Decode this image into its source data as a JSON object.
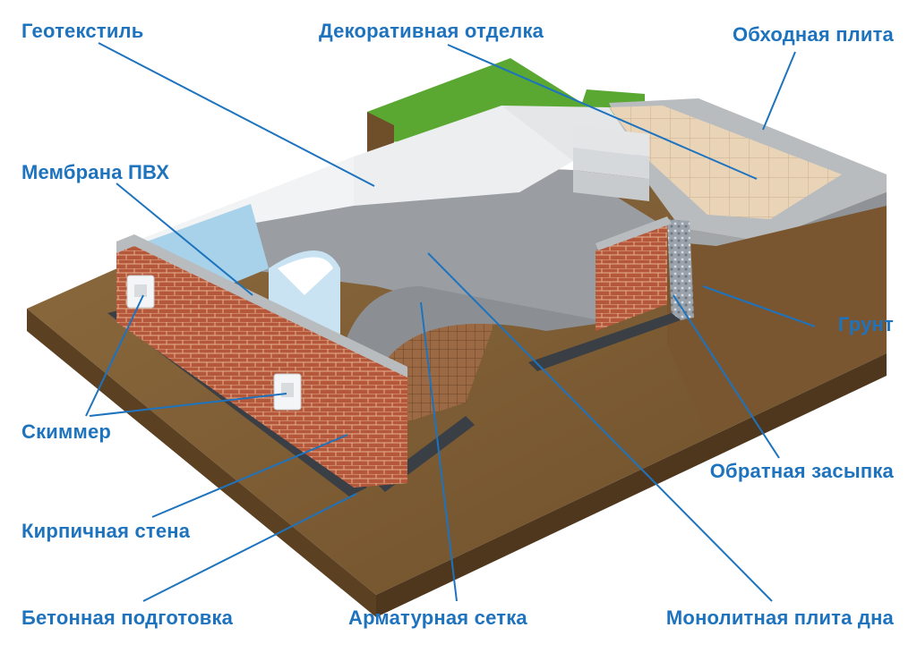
{
  "labels": {
    "geotextile": "Геотекстиль",
    "decorative_finish": "Декоративная отделка",
    "coping_slab": "Обходная плита",
    "pvc_membrane": "Мембрана ПВХ",
    "ground": "Грунт",
    "skimmer": "Скиммер",
    "backfill": "Обратная засыпка",
    "brick_wall": "Кирпичная стена",
    "concrete_preparation": "Бетонная подготовка",
    "rebar_mesh": "Арматурная сетка",
    "monolithic_slab": "Монолитная плита дна"
  },
  "colors": {
    "label": "#1e73be",
    "leader": "#1e73be",
    "soil": "#8b6a3e",
    "soil_dark": "#6e4f2a",
    "grass": "#5aa832",
    "brick": "#b5573a",
    "concrete": "#9a9ea3",
    "membrane_blue": "#a8d2ea",
    "white_wall": "#f2f3f4",
    "tile": "#e9d4b8",
    "coping": "#b9bcbf"
  }
}
